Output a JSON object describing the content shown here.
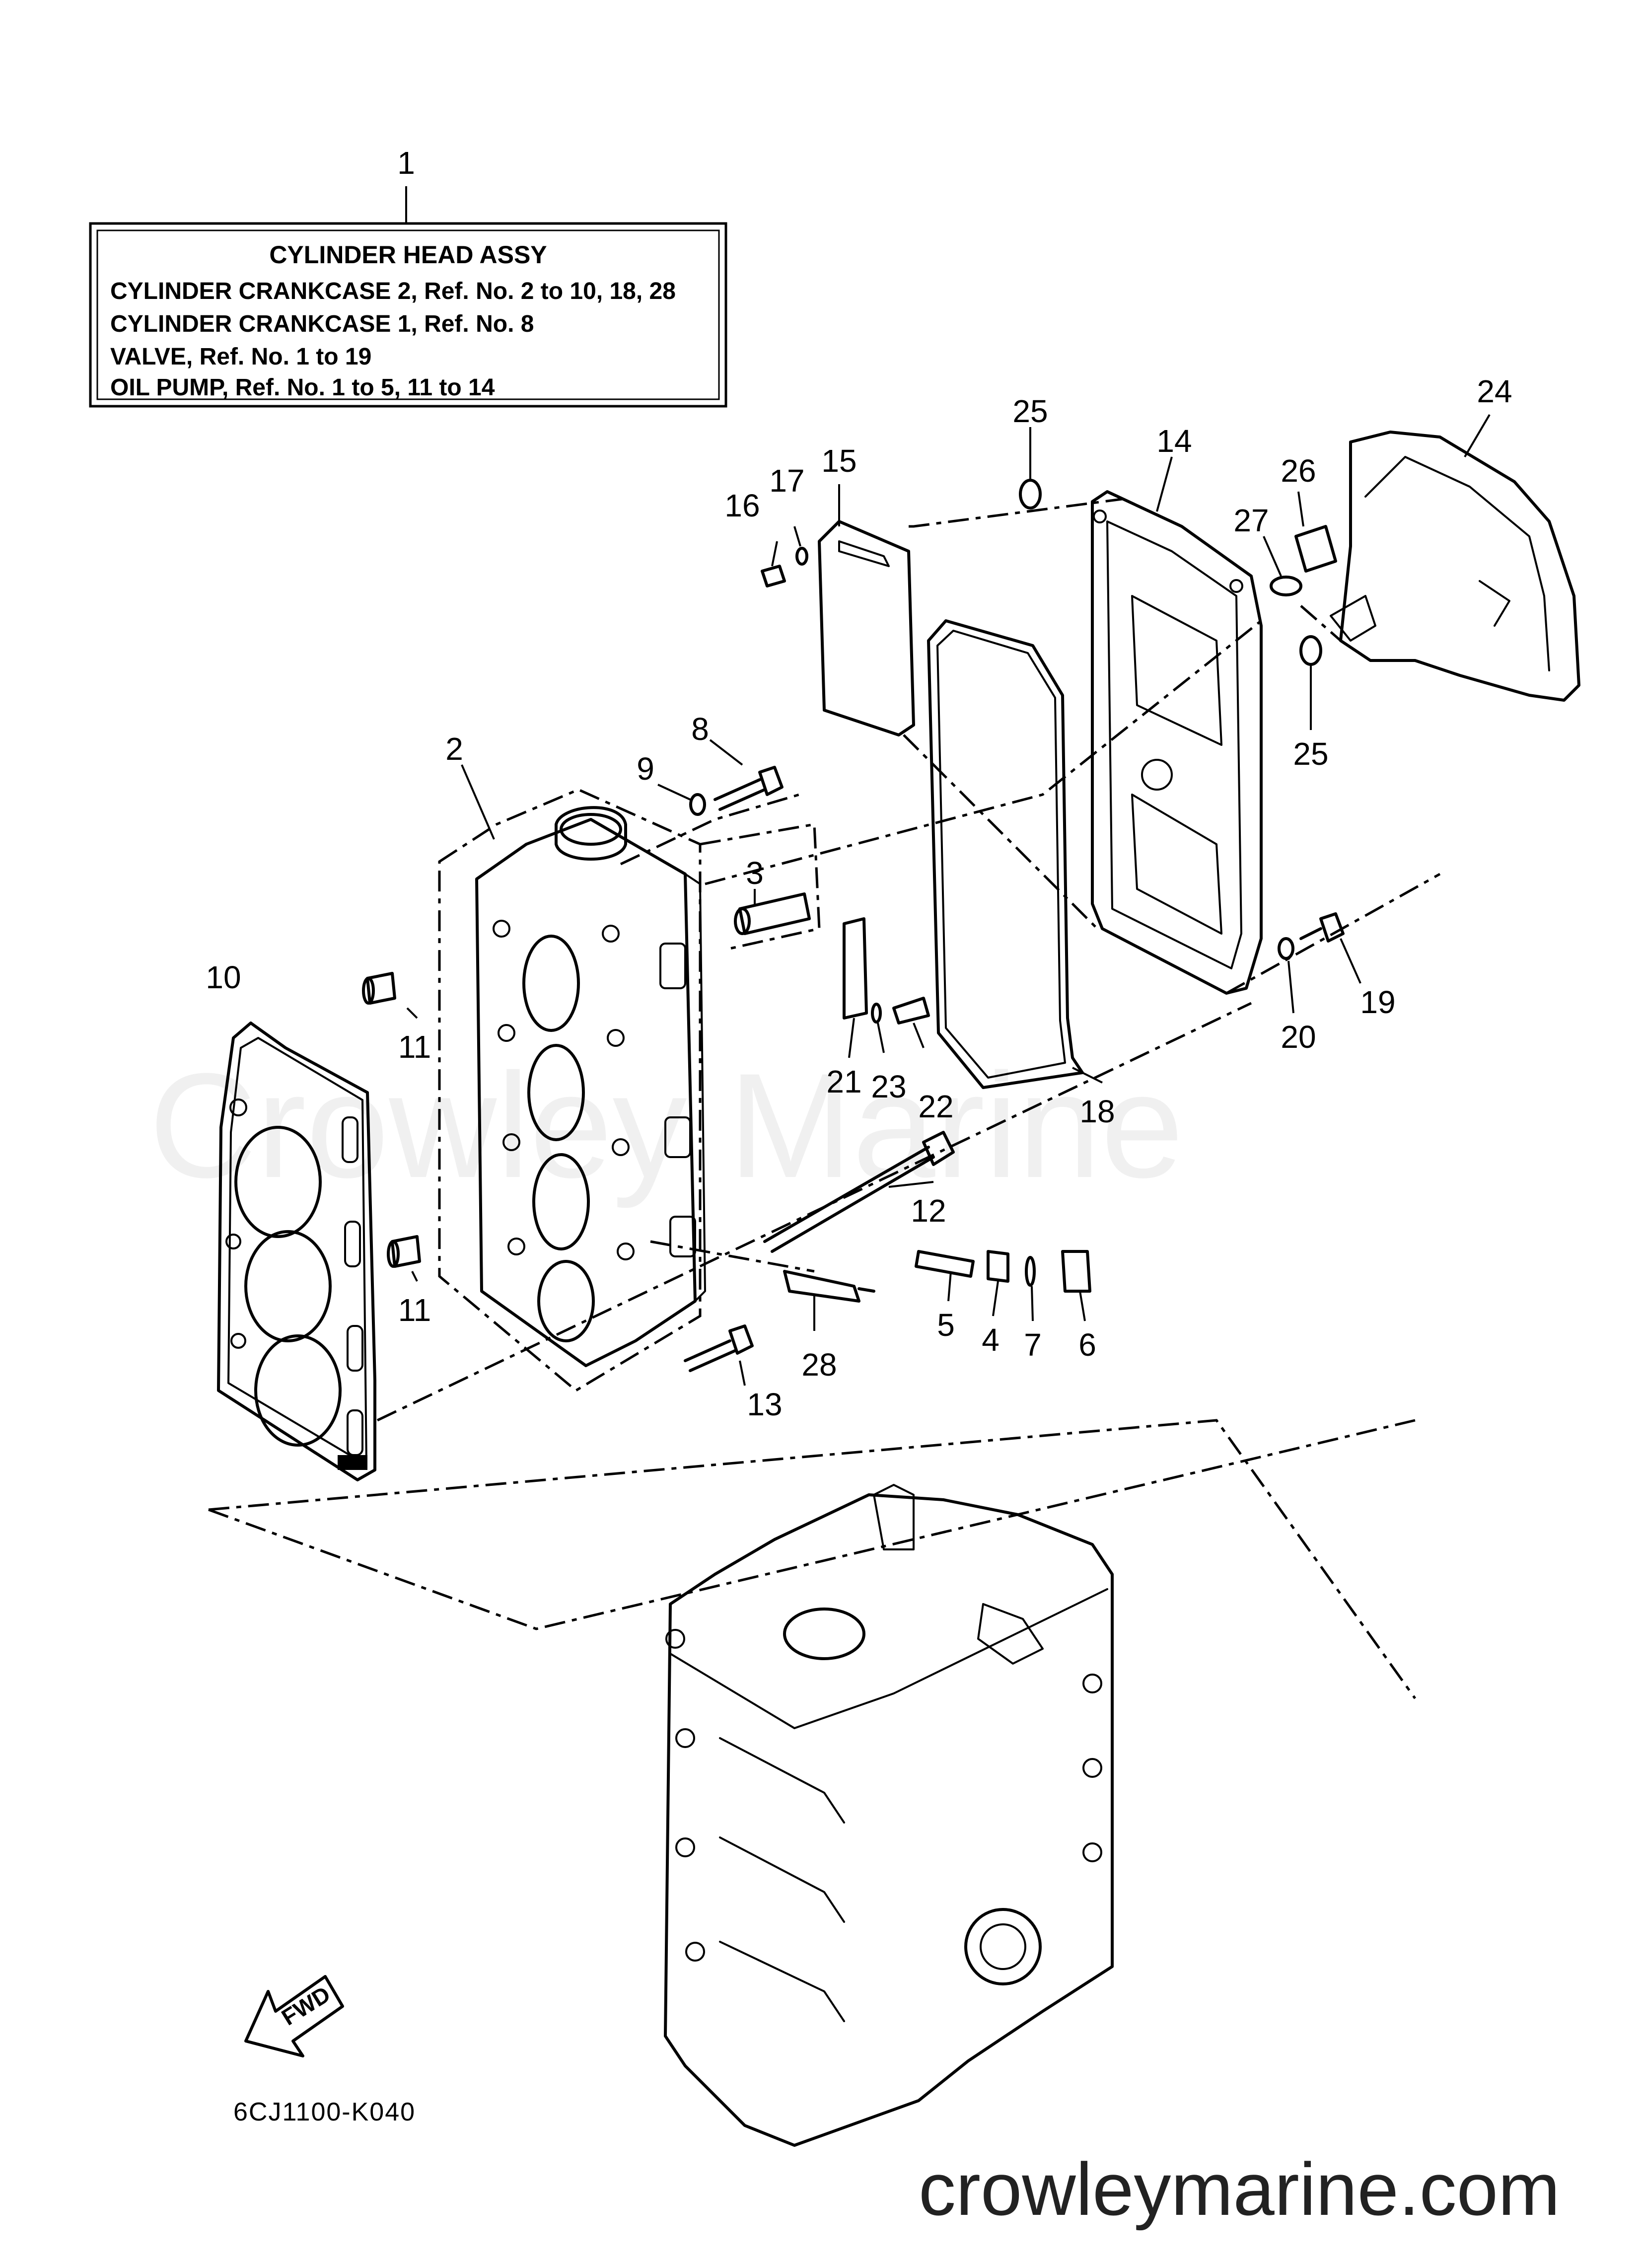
{
  "info_box": {
    "title": "CYLINDER HEAD ASSY",
    "lines": [
      "CYLINDER CRANKCASE 2,  Ref. No. 2 to 10, 18, 28",
      "CYLINDER CRANKCASE 1,  Ref. No. 8",
      "VALVE,  Ref. No. 1 to 19",
      "OIL PUMP,  Ref. No. 1 to 5, 11 to 14"
    ]
  },
  "callouts": {
    "c1": "1",
    "c2": "2",
    "c3": "3",
    "c4": "4",
    "c5": "5",
    "c6": "6",
    "c7": "7",
    "c8": "8",
    "c9": "9",
    "c10": "10",
    "c11a": "11",
    "c11b": "11",
    "c12": "12",
    "c13": "13",
    "c14": "14",
    "c15": "15",
    "c16": "16",
    "c17": "17",
    "c18": "18",
    "c19": "19",
    "c20": "20",
    "c21": "21",
    "c22": "22",
    "c23": "23",
    "c24": "24",
    "c25a": "25",
    "c25b": "25",
    "c26": "26",
    "c27": "27",
    "c28": "28"
  },
  "fwd_label": "FWD",
  "diagram_code": "6CJ1100-K040",
  "watermark": "Crowley Marine",
  "footer_url": "crowleymarine.com"
}
